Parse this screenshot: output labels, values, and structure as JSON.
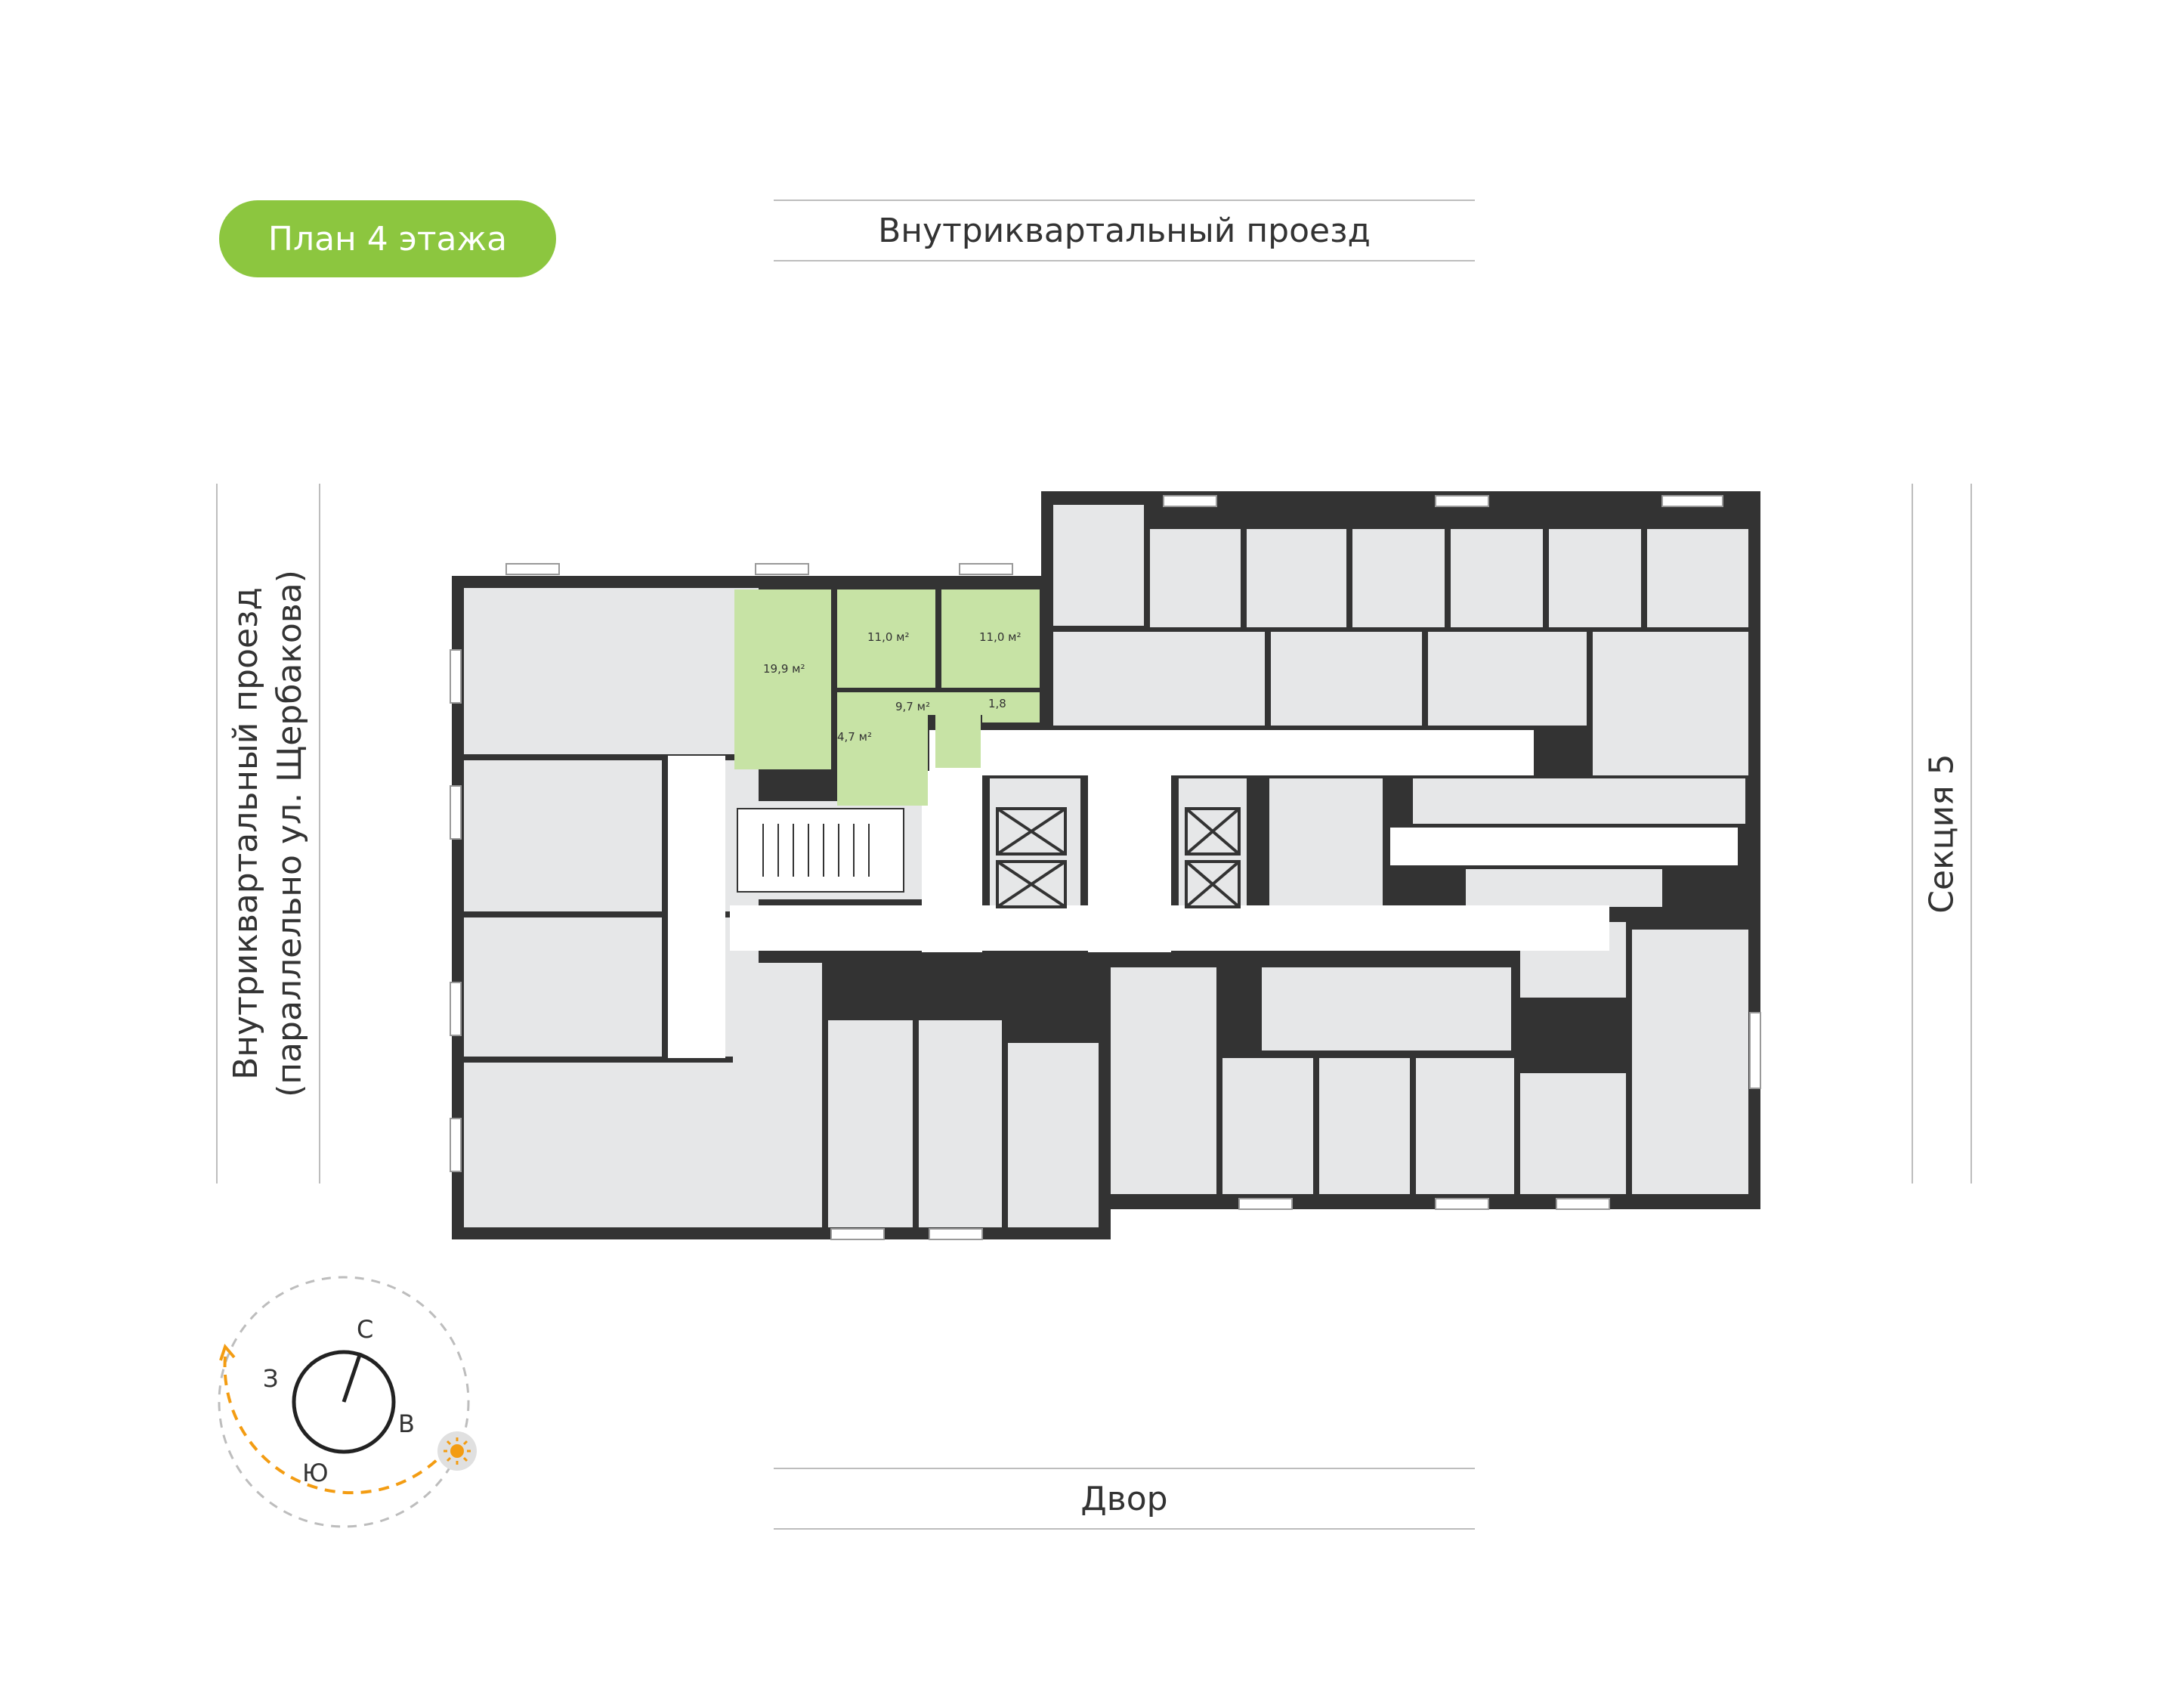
{
  "floor_badge": {
    "label": "План 4 этажа",
    "color": "#8cc63f"
  },
  "streets": {
    "top": "Внутриквартальный проезд",
    "left_line1": "Внутриквартальный проезд",
    "left_line2": "(параллельно ул. Щербакова)",
    "right": "Секция 5",
    "bottom": "Двор"
  },
  "highlighted_apartment": {
    "color": "#c7e3a5",
    "rooms": [
      {
        "name": "living-room",
        "area": "19,9 м²"
      },
      {
        "name": "bedroom-1",
        "area": "11,0 м²"
      },
      {
        "name": "bedroom-2",
        "area": "11,0 м²"
      },
      {
        "name": "hall",
        "area": "9,7 м²"
      },
      {
        "name": "bathroom",
        "area": "4,7 м²"
      },
      {
        "name": "wc",
        "area": "1,8"
      }
    ]
  },
  "compass": {
    "north": "С",
    "west": "З",
    "east": "В",
    "south": "Ю",
    "sun_path_color": "#f39c12",
    "sun_icon": "sun-icon"
  },
  "colors": {
    "wall": "#333333",
    "room": "#e6e7e8",
    "corridor": "#ffffff"
  }
}
